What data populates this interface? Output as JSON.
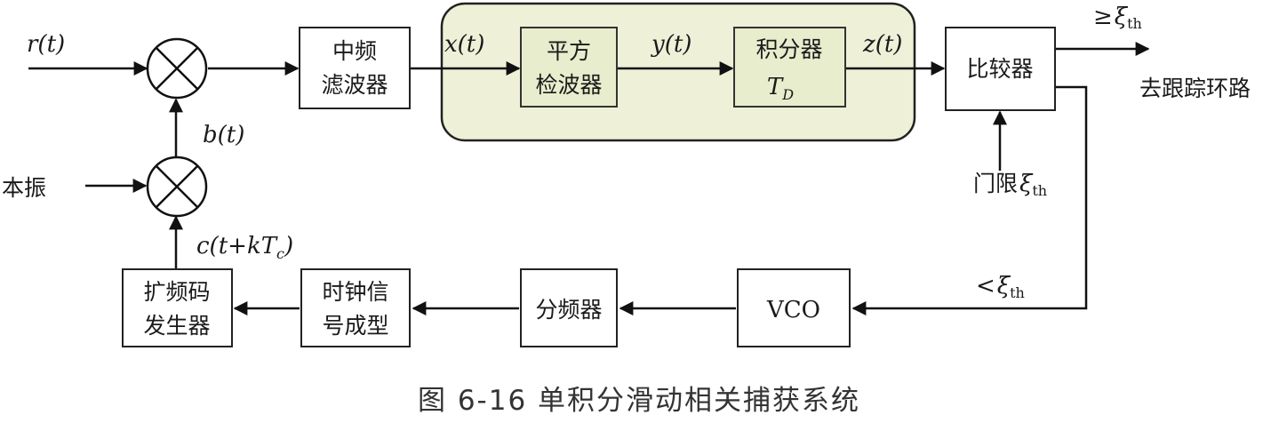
{
  "blocks": {
    "if_filter": [
      "中频",
      "滤波器"
    ],
    "square_detector": [
      "平方",
      "检波器"
    ],
    "integrator": [
      "积分器"
    ],
    "integrator_param": "T",
    "integrator_param_sub": "D",
    "comparator": "比较器",
    "vco": "VCO",
    "divider": "分频器",
    "clock_shaper": [
      "时钟信",
      "号成型"
    ],
    "code_gen": [
      "扩频码",
      "发生器"
    ]
  },
  "signals": {
    "r": "r(t)",
    "x": "x(t)",
    "y": "y(t)",
    "z": "z(t)",
    "b": "b(t)",
    "c_main": "c(t+kT",
    "c_sub": "c",
    "c_close": ")"
  },
  "labels": {
    "local_osc": "本振",
    "to_tracking": "去跟踪环路",
    "threshold_text": "门限",
    "xi": "ξ",
    "th": "th",
    "ge": "≥",
    "lt": "<"
  },
  "caption": "图 6-16  单积分滑动相关捕获系统"
}
